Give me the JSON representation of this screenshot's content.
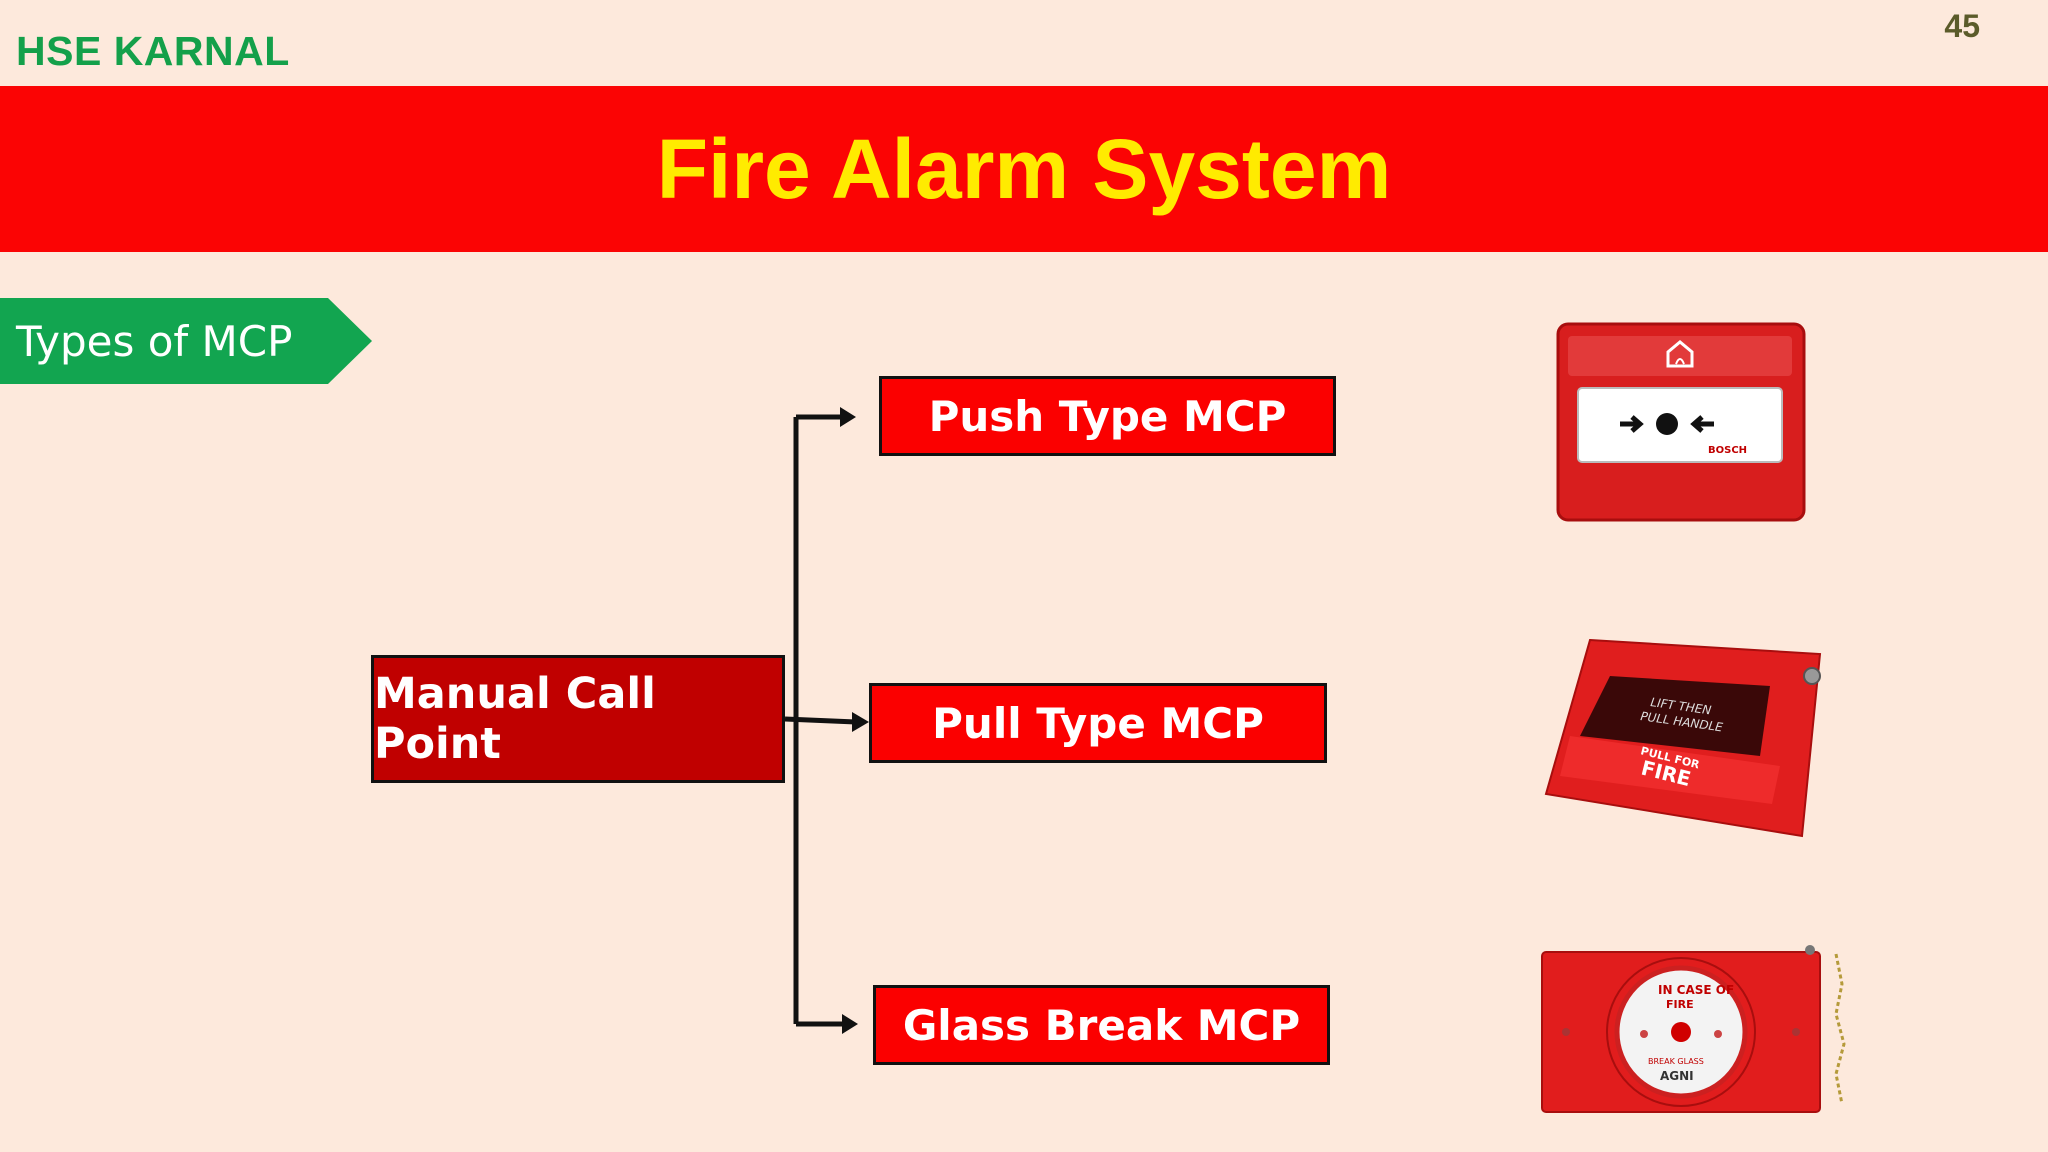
{
  "header": {
    "org_name": "HSE KARNAL",
    "page_number": "45",
    "title": "Fire Alarm System"
  },
  "section": {
    "tag_label": "Types of MCP"
  },
  "diagram": {
    "root": "Manual Call Point",
    "children": [
      "Push Type MCP",
      "Pull Type MCP",
      "Glass Break MCP"
    ]
  },
  "images": {
    "push_device": {
      "brand": "BOSCH"
    },
    "pull_device": {
      "line1": "LIFT THEN",
      "line2": "PULL HANDLE",
      "line3": "PULL FOR",
      "line4": "FIRE"
    },
    "glass_device": {
      "ring": "IN CASE OF",
      "ring2": "FIRE",
      "label": "BREAK GLASS",
      "brand": "AGNI"
    }
  },
  "colors": {
    "background": "#fde9dc",
    "title_band": "#fb0404",
    "title_text": "#ffeb00",
    "org_text": "#14a04a",
    "tag": "#12a550",
    "root_box": "#c00000",
    "child_box": "#fb0000"
  }
}
